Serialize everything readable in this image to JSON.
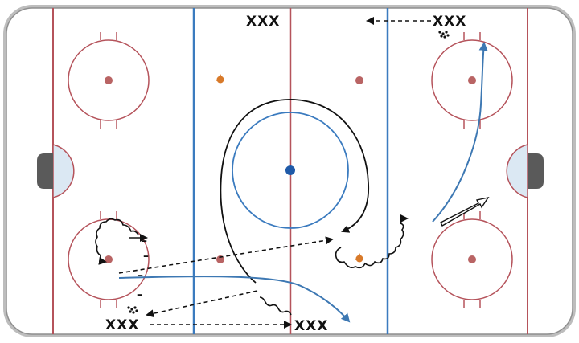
{
  "colors": {
    "board": "#9a9a9a",
    "ice": "#ffffff",
    "red_line": "#b5535b",
    "blue_line": "#3b7bbf",
    "face_dot": "#b96464",
    "center_dot": "#1f5aa8",
    "pylon": "#d87a2a",
    "drill_black": "#111111",
    "drill_blue": "#3d78b3",
    "net": "#5a5a5a",
    "crease": "#dbe8f3"
  },
  "groups": {
    "top_center": "XXX",
    "top_right": "XXX",
    "bottom_left": "XXX",
    "bottom_center": "XXX"
  },
  "marks": {
    "minus_1": "–",
    "minus_2": "–",
    "minus_3": "–",
    "minus_4": "–"
  },
  "icons": {
    "pylon": "pylon-icon",
    "puck_pile": "puck-pile-icon",
    "goal_net": "goal-net-icon"
  }
}
